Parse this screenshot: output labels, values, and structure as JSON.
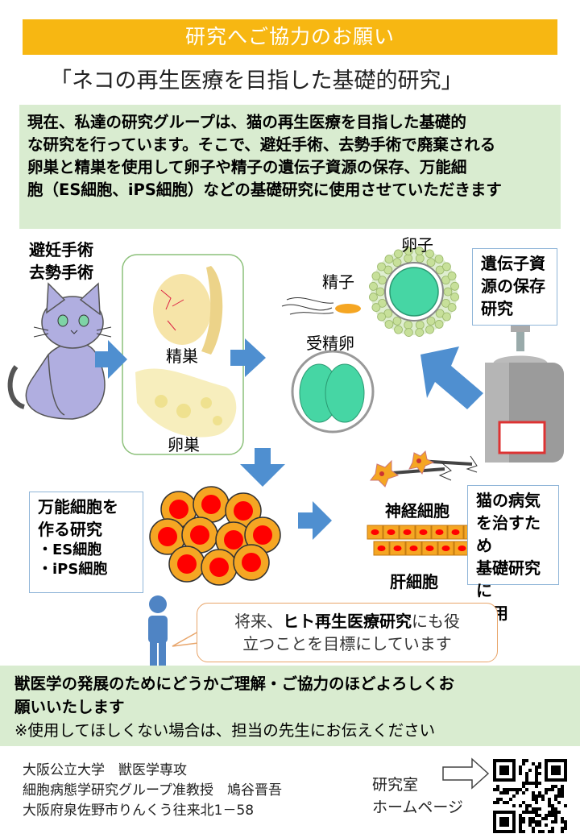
{
  "header": {
    "banner": "研究へご協力のお願い",
    "title": "「ネコの再生医療を目指した基礎的研究」"
  },
  "intro": {
    "lines": [
      "現在、私達の研究グループは、猫の再生医療を目指した基礎的",
      "な研究を行っています。そこで、避妊手術、去勢手術で廃棄される",
      "卵巣と精巣を使用して卵子や精子の遺伝子資源の保存、万能細",
      "胞（ES細胞、iPS細胞）などの基礎研究に使用させていただきます"
    ]
  },
  "diagram": {
    "surgery": [
      "避妊手術",
      "去勢手術"
    ],
    "testis": "精巣",
    "ovary": "卵巣",
    "sperm": "精子",
    "egg": "卵子",
    "fertilized": "受精卵",
    "gene_box": [
      "遺伝子資",
      "源の保存",
      "研究"
    ],
    "stem_box": {
      "lines": [
        "万能細胞を",
        "作る研究"
      ],
      "items": [
        "・ES細胞",
        "・iPS細胞"
      ]
    },
    "nerve": "神経細胞",
    "liver": "肝細胞",
    "disease_box": [
      "猫の病気",
      "を治すため",
      "基礎研究に",
      "使用"
    ]
  },
  "bubble": {
    "pre": "将来、",
    "bold": "ヒト再生医療研究",
    "post": "にも役",
    "line2": "立つことを目標にしています"
  },
  "closing": {
    "line1": "獣医学の発展のためにどうかご理解・ご協力のほどよろしくお",
    "line2": "願いいたします",
    "note": "※使用してほしくない場合は、担当の先生にお伝えください"
  },
  "footer": {
    "lines": [
      "大阪公立大学　獣医学専攻",
      "細胞病態学研究グループ准教授　鳩谷晋吾",
      "大阪府泉佐野市りんくう往来北1－58"
    ],
    "lab_lines": [
      "研究室",
      "ホームページ"
    ]
  },
  "colors": {
    "banner": "#f7b712",
    "green_bg": "#d9ecd0",
    "arrow": "#4f8fd0",
    "cat": "#b0aee0",
    "cell_red": "#ff0000",
    "cell_orange": "#f5a623"
  },
  "icons": {
    "cat": "cat-illustration",
    "qr": "qr-code-icon",
    "person": "person-icon",
    "tank": "cryo-tank-icon"
  }
}
